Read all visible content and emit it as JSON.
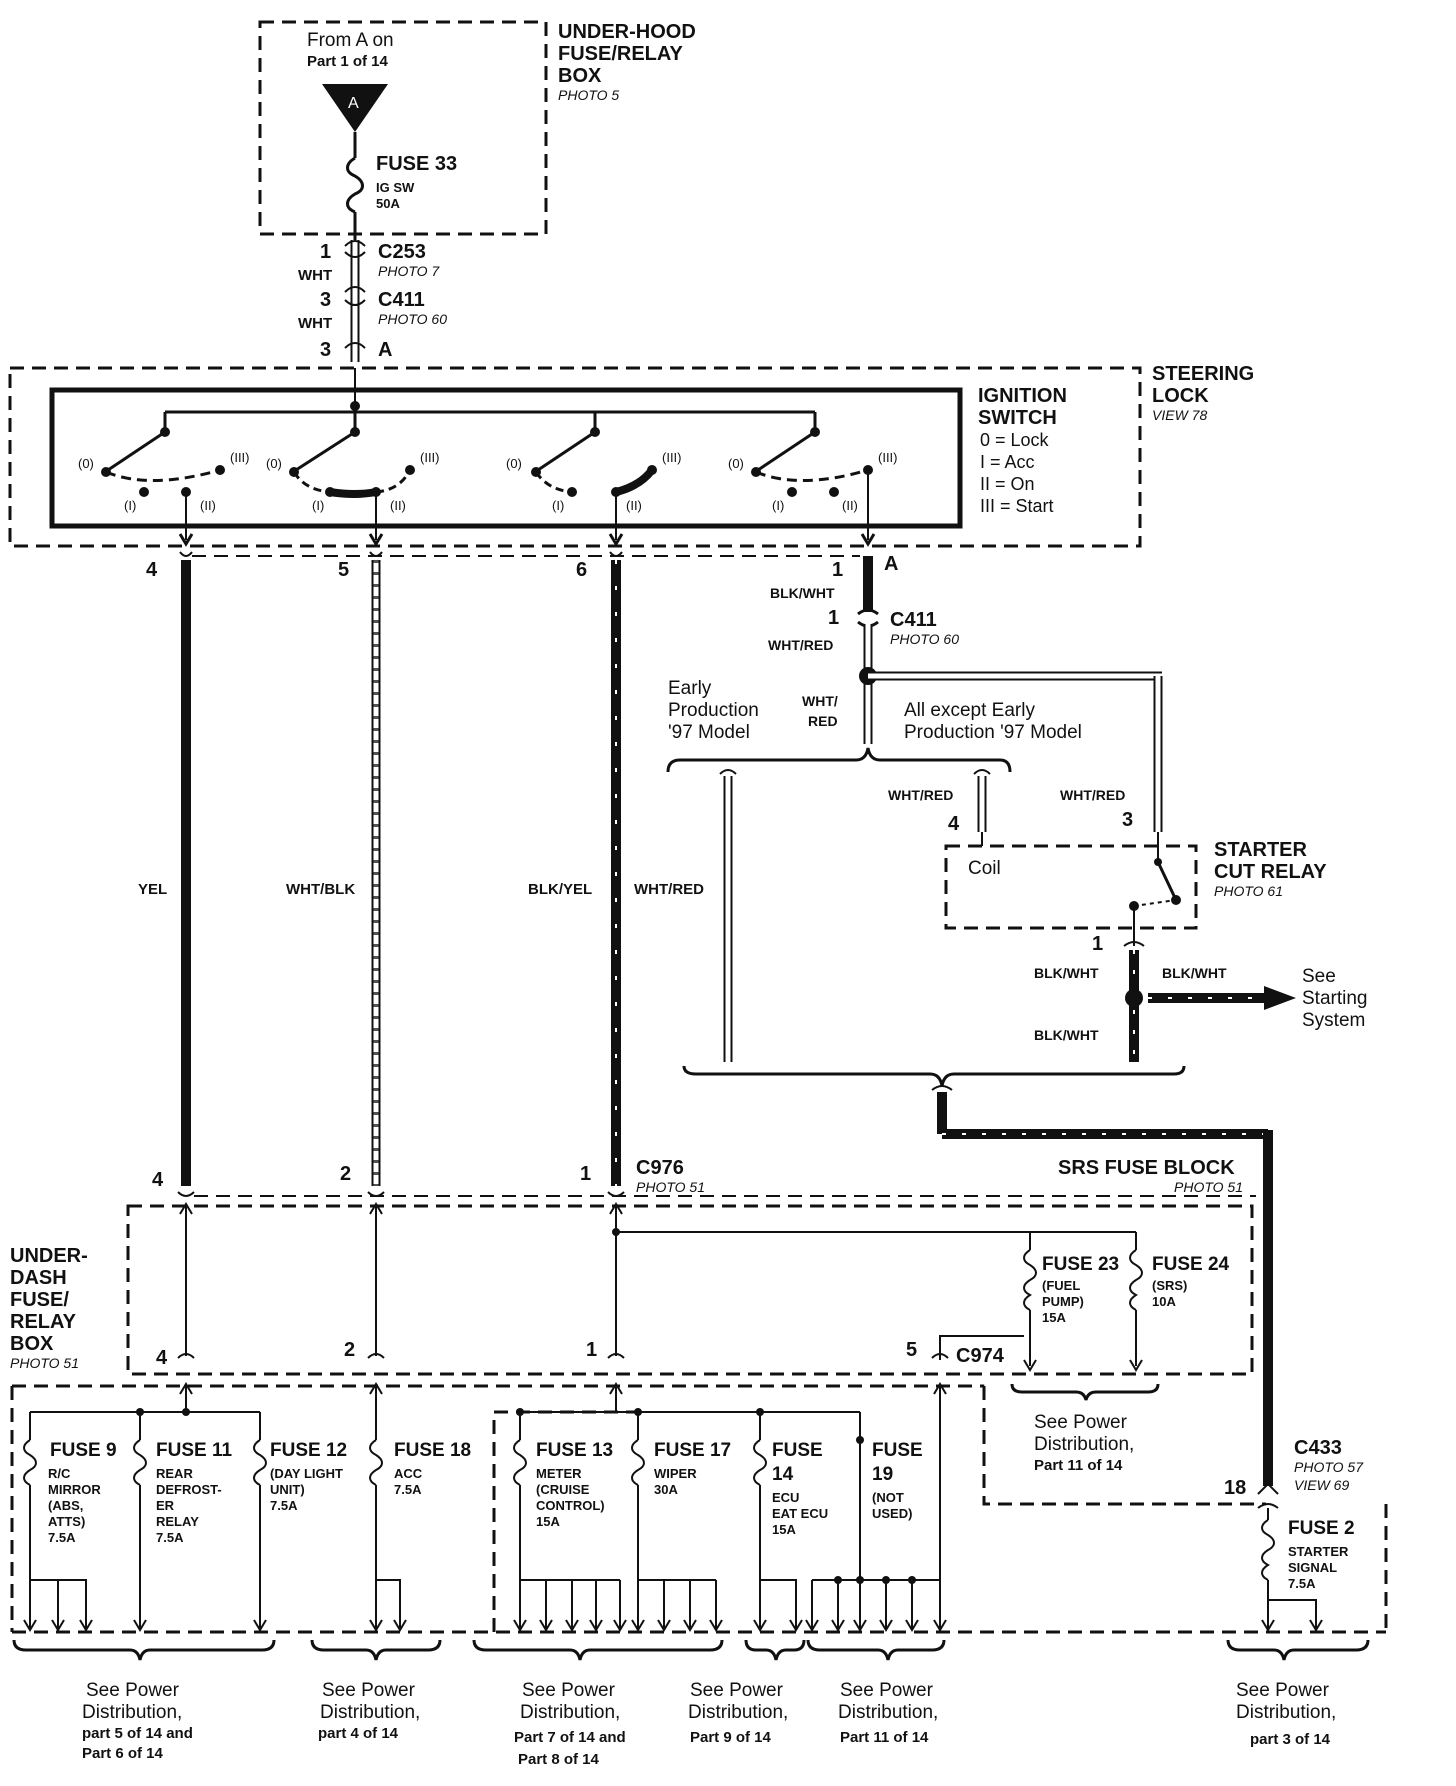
{
  "underhood_box": {
    "from_line1": "From A on",
    "from_line2": "Part 1 of 14",
    "connector_letter": "A",
    "title_line1": "UNDER-HOOD",
    "title_line2": "FUSE/RELAY",
    "title_line3": "BOX",
    "photo": "PHOTO 5",
    "fuse_name": "FUSE 33",
    "fuse_desc1": "IG SW",
    "fuse_desc2": "50A"
  },
  "connectors": {
    "c253": {
      "pin": "1",
      "wire": "WHT",
      "name": "C253",
      "photo": "PHOTO 7"
    },
    "c411_top": {
      "pin": "3",
      "wire": "WHT",
      "name": "C411",
      "photo": "PHOTO 60"
    },
    "ign_in": {
      "pin": "3",
      "letter": "A"
    }
  },
  "steering_lock": {
    "title1": "STEERING",
    "title2": "LOCK",
    "view": "VIEW 78"
  },
  "ignition_switch": {
    "title1": "IGNITION",
    "title2": "SWITCH",
    "legend": [
      "0  = Lock",
      "I   = Acc",
      "II  = On",
      "III = Start"
    ],
    "positions": {
      "p0": "(0)",
      "p1": "(I)",
      "p2": "(II)",
      "p3": "(III)"
    }
  },
  "outputs": {
    "pin4": "4",
    "pin5": "5",
    "pin6": "6",
    "pin1": "1",
    "pinA": "A",
    "wire_yel": "YEL",
    "wire_whtblk": "WHT/BLK",
    "wire_blkyel": "BLK/YEL",
    "wire_whtred": "WHT/RED"
  },
  "c411_mid": {
    "wire_top": "BLK/WHT",
    "pin": "1",
    "name": "C411",
    "photo": "PHOTO 60",
    "wire_below": "WHT/RED",
    "wire_branch1": "WHT/",
    "wire_branch2": "RED",
    "early1": "Early",
    "early2": "Production",
    "early3": "'97 Model",
    "except1": "All except  Early",
    "except2": "Production '97 Model"
  },
  "starter_cut_relay": {
    "title1": "STARTER",
    "title2": "CUT RELAY",
    "photo": "PHOTO 61",
    "coil": "Coil",
    "pin4": "4",
    "pin3": "3",
    "pin1": "1",
    "wire_left": "WHT/RED",
    "wire_right": "WHT/RED",
    "wire_out1": "BLK/WHT",
    "wire_out2": "BLK/WHT",
    "wire_out3": "BLK/WHT",
    "see1": "See",
    "see2": "Starting",
    "see3": "System"
  },
  "c976": {
    "name": "C976",
    "photo": "PHOTO 51",
    "pin4": "4",
    "pin2": "2",
    "pin1": "1"
  },
  "srs": {
    "title": "SRS FUSE BLOCK",
    "photo": "PHOTO 51"
  },
  "underdash": {
    "title": [
      "UNDER-",
      "DASH",
      "FUSE/",
      "RELAY",
      "BOX"
    ],
    "photo": "PHOTO 51",
    "pin4": "4",
    "pin2": "2",
    "pin1": "1",
    "pin5": "5",
    "c974": "C974"
  },
  "fuse23": {
    "name": "FUSE 23",
    "d1": "(FUEL",
    "d2": "PUMP)",
    "d3": "15A"
  },
  "fuse24": {
    "name": "FUSE 24",
    "d1": "(SRS)",
    "d2": "10A"
  },
  "see_p11a": {
    "l1": "See Power",
    "l2": "Distribution,",
    "l3": "Part 11 of 14"
  },
  "c433": {
    "name": "C433",
    "photo": "PHOTO 57",
    "view": "VIEW 69",
    "pin": "18"
  },
  "fuse2": {
    "name": "FUSE 2",
    "d1": "STARTER",
    "d2": "SIGNAL",
    "d3": "7.5A"
  },
  "fuses_bottom": {
    "f9": {
      "name": "FUSE 9",
      "d1": "R/C",
      "d2": "MIRROR",
      "d3": "(ABS,",
      "d4": "ATTS)",
      "d5": "7.5A"
    },
    "f11": {
      "name": "FUSE 11",
      "d1": "REAR",
      "d2": "DEFROST-",
      "d3": "ER",
      "d4": "RELAY",
      "d5": "7.5A"
    },
    "f12": {
      "name": "FUSE 12",
      "d1": "(DAY LIGHT",
      "d2": "UNIT)",
      "d3": "7.5A"
    },
    "f18": {
      "name": "FUSE 18",
      "d1": "ACC",
      "d2": "7.5A"
    },
    "f13": {
      "name": "FUSE 13",
      "d1": "METER",
      "d2": "(CRUISE",
      "d3": "CONTROL)",
      "d4": "15A"
    },
    "f17": {
      "name": "FUSE 17",
      "d1": "WIPER",
      "d2": "30A"
    },
    "f14": {
      "name1": "FUSE",
      "name2": "14",
      "d1": "ECU",
      "d2": "EAT ECU",
      "d3": "15A"
    },
    "f19": {
      "name1": "FUSE",
      "name2": "19",
      "d1": "(NOT",
      "d2": "USED)"
    }
  },
  "see_bottom": {
    "s1": {
      "l1": "See Power",
      "l2": "Distribution,",
      "l3": "part 5 of 14 and",
      "l4": "Part 6 of 14"
    },
    "s2": {
      "l1": "See Power",
      "l2": "Distribution,",
      "l3": "part 4 of 14"
    },
    "s3": {
      "l1": "See Power",
      "l2": "Distribution,",
      "l3": "Part 7 of 14 and",
      "l4": "Part 8 of 14"
    },
    "s4": {
      "l1": "See Power",
      "l2": "Distribution,",
      "l3": "Part 9 of 14"
    },
    "s5": {
      "l1": "See Power",
      "l2": "Distribution,",
      "l3": "Part 11 of 14"
    },
    "s6": {
      "l1": "See Power",
      "l2": "Distribution,",
      "l3": "part 3 of 14"
    }
  }
}
